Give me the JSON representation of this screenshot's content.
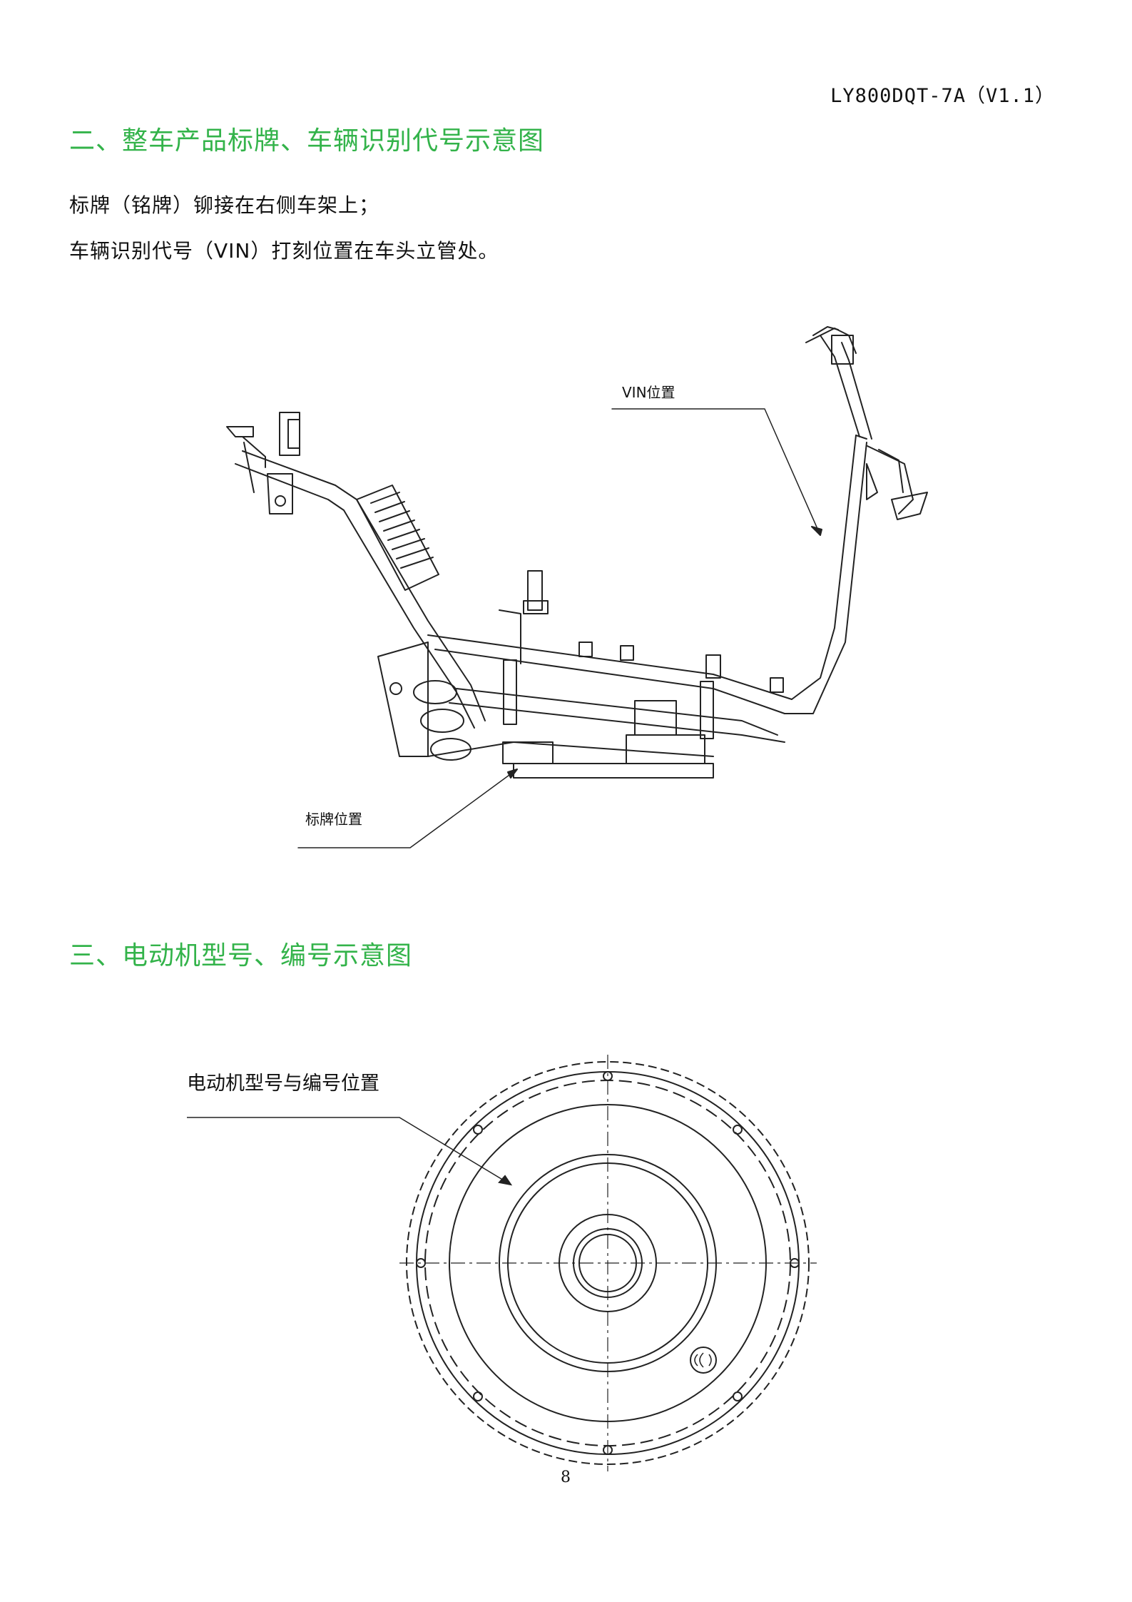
{
  "header": {
    "doc_code": "LY800DQT-7A（V1.1）"
  },
  "section2": {
    "heading": "二、整车产品标牌、车辆识别代号示意图",
    "lines": [
      "标牌（铭牌）铆接在右侧车架上；",
      "车辆识别代号（VIN）打刻位置在车头立管处。"
    ],
    "vin_label": "VIN位置",
    "plate_label": "标牌位置"
  },
  "section3": {
    "heading": "三、电动机型号、编号示意图",
    "motor_label": "电动机型号与编号位置"
  },
  "footer": {
    "page_number": "8"
  },
  "colors": {
    "heading": "#33b34a",
    "line": "#222222"
  }
}
